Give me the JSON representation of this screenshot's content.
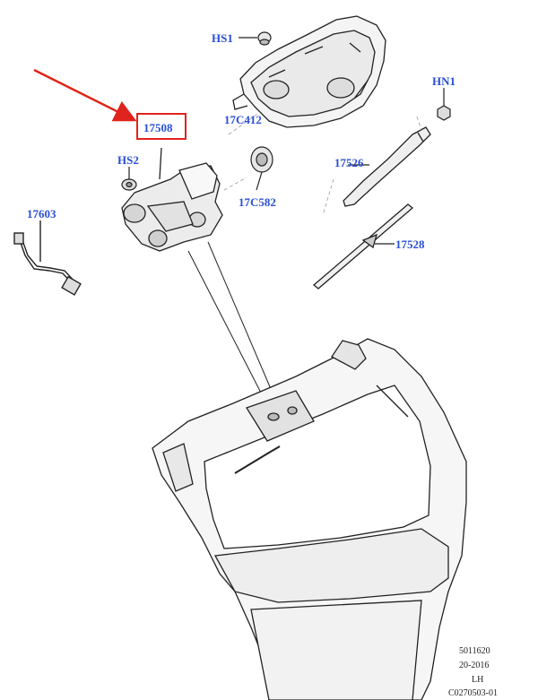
{
  "callouts": {
    "hs1": "HS1",
    "c412": "17C412",
    "hn1": "HN1",
    "p17508": "17508",
    "hs2": "HS2",
    "c582": "17C582",
    "p17526": "17526",
    "p17603": "17603",
    "p17528": "17528"
  },
  "footer": {
    "line1": "5011620",
    "line2": "20-2016",
    "line3": "LH",
    "line4": "C0270503-01"
  },
  "colors": {
    "callout": "#2a4fd6",
    "highlight": "#e0231c",
    "line": "#333333"
  }
}
